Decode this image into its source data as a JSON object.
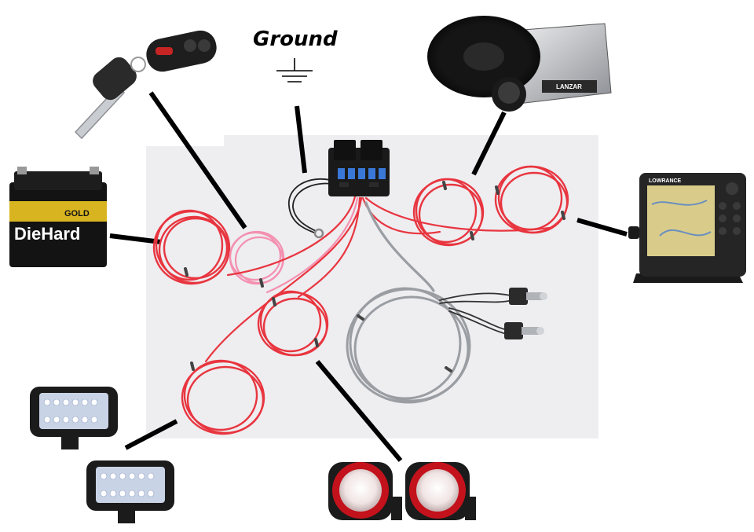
{
  "diagram": {
    "ground_label": "Ground",
    "battery": {
      "brand": "DieHard",
      "grade": "GOLD"
    },
    "gps_unit": {
      "brand": "LOWRANCE"
    },
    "amplifier": {
      "brand": "LANZAR"
    }
  },
  "colors": {
    "wire_red": "#e8353f",
    "wire_pink": "#f490b0",
    "wire_gray": "#9a9ea3",
    "connector_line": "#000000",
    "photo_background": "#eeedf0",
    "battery_yellow": "#d8b520",
    "light_red_ring": "#c3121c"
  },
  "icons": [
    "car-key-fob-icon",
    "ground-symbol-icon",
    "car-battery-icon",
    "speaker-amplifier-icon",
    "gps-chartplotter-icon",
    "led-work-light-icon",
    "round-offroad-light-icon",
    "toggle-switch-icon",
    "fuse-relay-box-icon"
  ]
}
